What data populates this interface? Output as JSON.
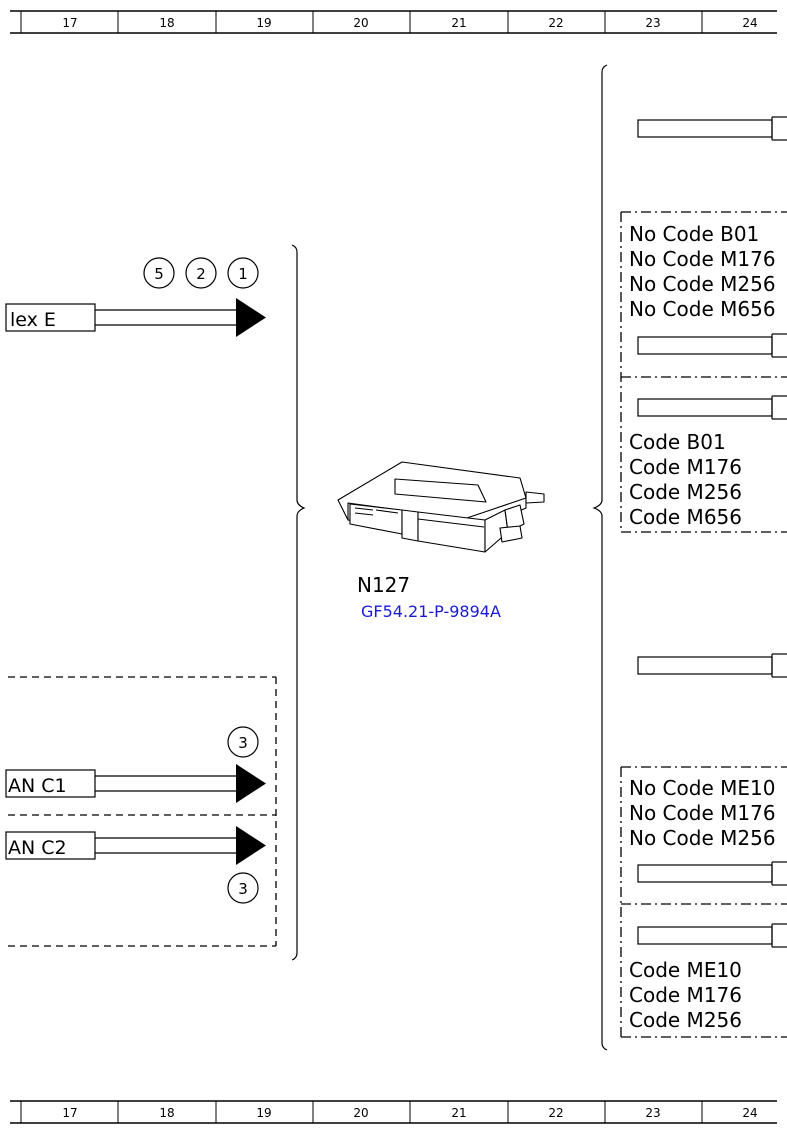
{
  "ruler": {
    "columns": [
      "17",
      "18",
      "19",
      "20",
      "21",
      "22",
      "23",
      "24"
    ]
  },
  "left_connectors": {
    "flex": {
      "label": "lex E",
      "circles": [
        "5",
        "2",
        "1"
      ]
    },
    "can_c1": {
      "label": "AN C1",
      "circle": "3"
    },
    "can_c2": {
      "label": "AN C2",
      "circle": "3"
    }
  },
  "component": {
    "id": "N127",
    "reference": "GF54.21-P-9894A",
    "reference_color": "#1a1ad6"
  },
  "right_groups": {
    "group1_not": [
      "No Code B01",
      "No Code M176",
      "No Code M256",
      "No Code M656"
    ],
    "group1_with": [
      "Code B01",
      "Code M176",
      "Code M256",
      "Code M656"
    ],
    "group2_not": [
      "No Code ME10",
      "No Code M176",
      "No Code M256"
    ],
    "group2_with": [
      "Code ME10",
      "Code M176",
      "Code M256"
    ]
  }
}
